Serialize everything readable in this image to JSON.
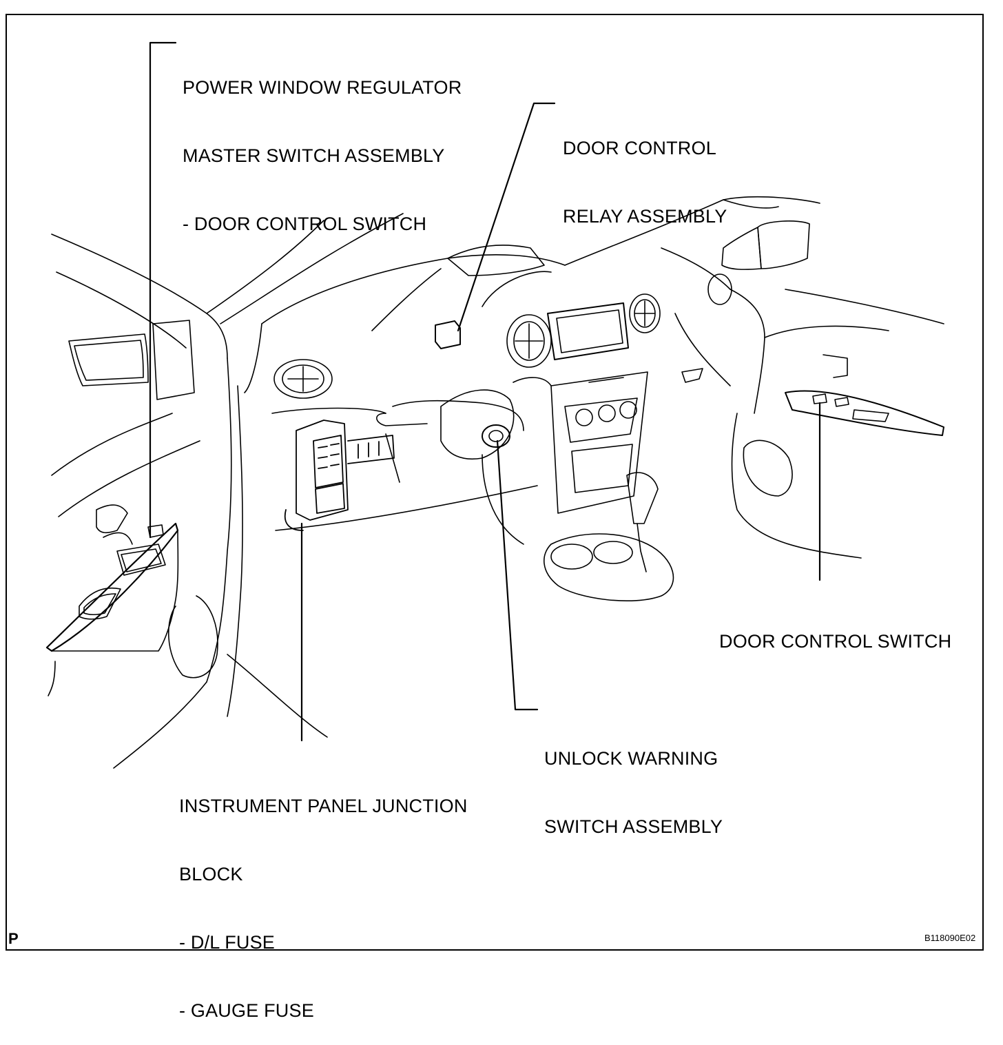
{
  "labels": {
    "power_window": [
      "POWER WINDOW REGULATOR",
      "MASTER SWITCH ASSEMBLY",
      "- DOOR CONTROL SWITCH"
    ],
    "relay": [
      "DOOR CONTROL",
      "RELAY ASSEMBLY"
    ],
    "door_switch_right": [
      "DOOR CONTROL SWITCH"
    ],
    "unlock_warning": [
      "UNLOCK WARNING",
      "SWITCH ASSEMBLY"
    ],
    "junction_block": [
      "INSTRUMENT PANEL JUNCTION",
      "BLOCK",
      "- D/L FUSE",
      "- GAUGE FUSE"
    ]
  },
  "corner": {
    "left": "P",
    "right": "B118090E02"
  }
}
